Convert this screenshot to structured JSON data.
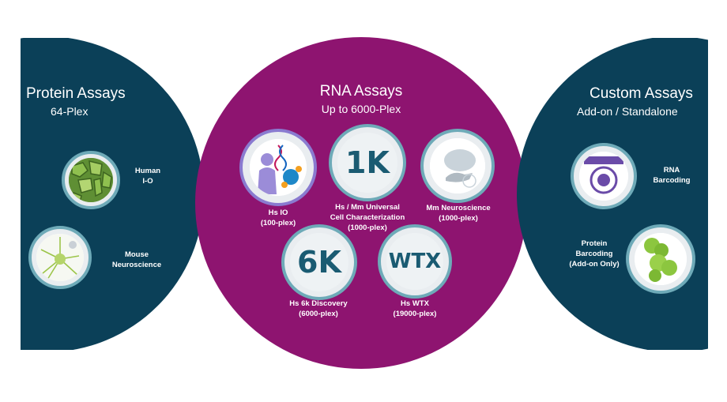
{
  "protein": {
    "title": "Protein Assays",
    "subtitle": "64-Plex",
    "items": [
      {
        "line1": "Human",
        "line2": "I-O",
        "icon": "protein-io-panel-icon"
      },
      {
        "line1": "Mouse",
        "line2": "Neuroscience",
        "icon": "protein-neuro-panel-icon"
      }
    ]
  },
  "rna": {
    "title": "RNA Assays",
    "subtitle": "Up to 6000-Plex",
    "items": [
      {
        "line1": "Hs IO",
        "line2": "(100-plex)",
        "icon": "rna-io-panel-icon"
      },
      {
        "badge": "1K",
        "line1": "Hs / Mm Universal",
        "line2": "Cell Characterization",
        "line3": "(1000-plex)"
      },
      {
        "line1": "Mm Neuroscience",
        "line2": "(1000-plex)",
        "icon": "rna-neuro-panel-icon"
      },
      {
        "badge": "6K",
        "line1": "Hs 6k Discovery",
        "line2": "(6000-plex)"
      },
      {
        "badge": "WTX",
        "line1": "Hs WTX",
        "line2": "(19000-plex)"
      }
    ]
  },
  "custom": {
    "title": "Custom Assays",
    "subtitle": "Add-on / Standalone",
    "items": [
      {
        "line1": "RNA",
        "line2": "Barcoding",
        "icon": "rna-barcoding-icon"
      },
      {
        "line1": "Protein",
        "line2": "Barcoding",
        "line3": "(Add-on Only)",
        "icon": "protein-barcoding-icon"
      }
    ]
  },
  "colors": {
    "navy": "#0b4058",
    "magenta": "#8e1470",
    "badge_ring": "#6eaab8",
    "badge_text": "#1a5b72"
  }
}
